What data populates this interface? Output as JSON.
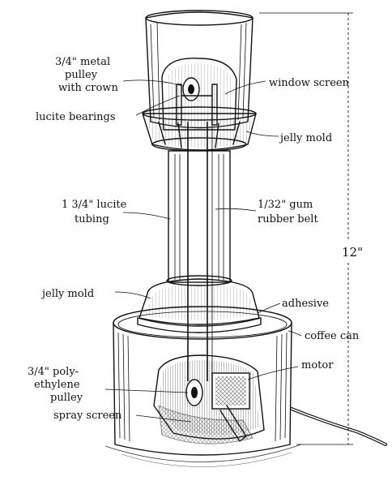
{
  "labels": {
    "metal_pulley_1": "3/4\" metal",
    "metal_pulley_2": "pulley",
    "metal_pulley_3": "with crown",
    "lucite_bearings": "lucite bearings",
    "window_screen": "window screen",
    "jelly_mold_top": "jelly mold",
    "lucite_tubing_1": "1 3/4\" lucite",
    "lucite_tubing_2": "tubing",
    "gum_belt_1": "1/32\" gum",
    "gum_belt_2": "rubber belt",
    "height": "12\"",
    "jelly_mold_bottom": "jelly mold",
    "adhesive": "adhesive",
    "coffee_can": "coffee can",
    "poly_pulley_1": "3/4\" poly-",
    "poly_pulley_2": "ethylene",
    "poly_pulley_3": "pulley",
    "motor": "motor",
    "spray_screen": "spray screen"
  }
}
